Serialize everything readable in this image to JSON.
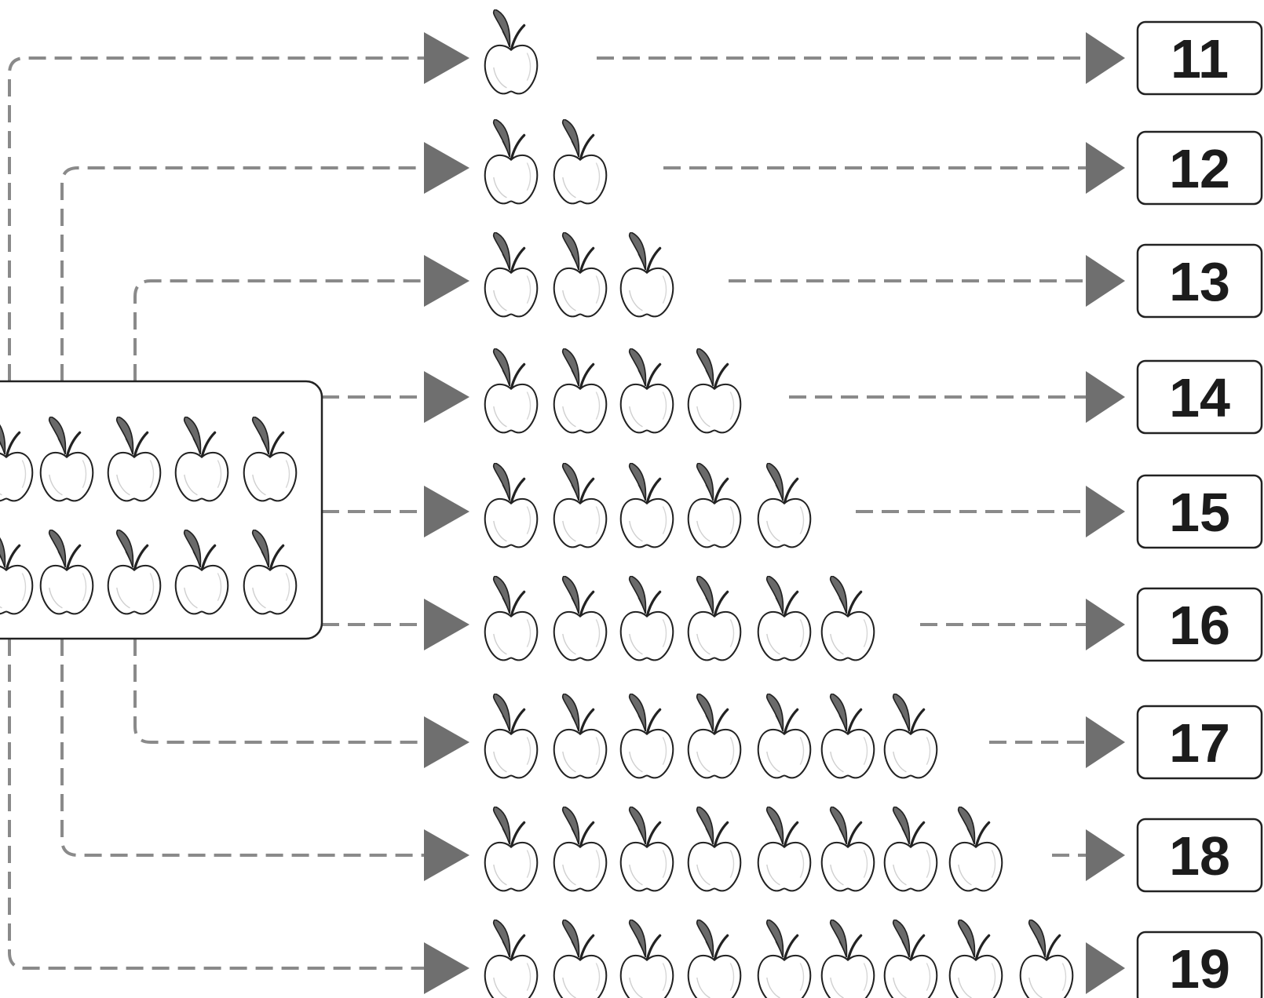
{
  "diagram": {
    "description_note": "",
    "ten_group": {
      "apple_rows": 2,
      "apples_per_row": 5
    },
    "rows": [
      {
        "label": "11",
        "apple_count": 1
      },
      {
        "label": "12",
        "apple_count": 2
      },
      {
        "label": "13",
        "apple_count": 3
      },
      {
        "label": "14",
        "apple_count": 4
      },
      {
        "label": "15",
        "apple_count": 5
      },
      {
        "label": "16",
        "apple_count": 6
      },
      {
        "label": "17",
        "apple_count": 7
      },
      {
        "label": "18",
        "apple_count": 8
      },
      {
        "label": "19",
        "apple_count": 9
      }
    ],
    "colors": {
      "connector": "#8a8a8a",
      "arrowhead": "#6f6f6f",
      "outline": "#222222",
      "leaf": "#6a6a6a"
    },
    "icons": {
      "apple": "apple-icon",
      "arrow": "arrowhead-icon"
    }
  }
}
